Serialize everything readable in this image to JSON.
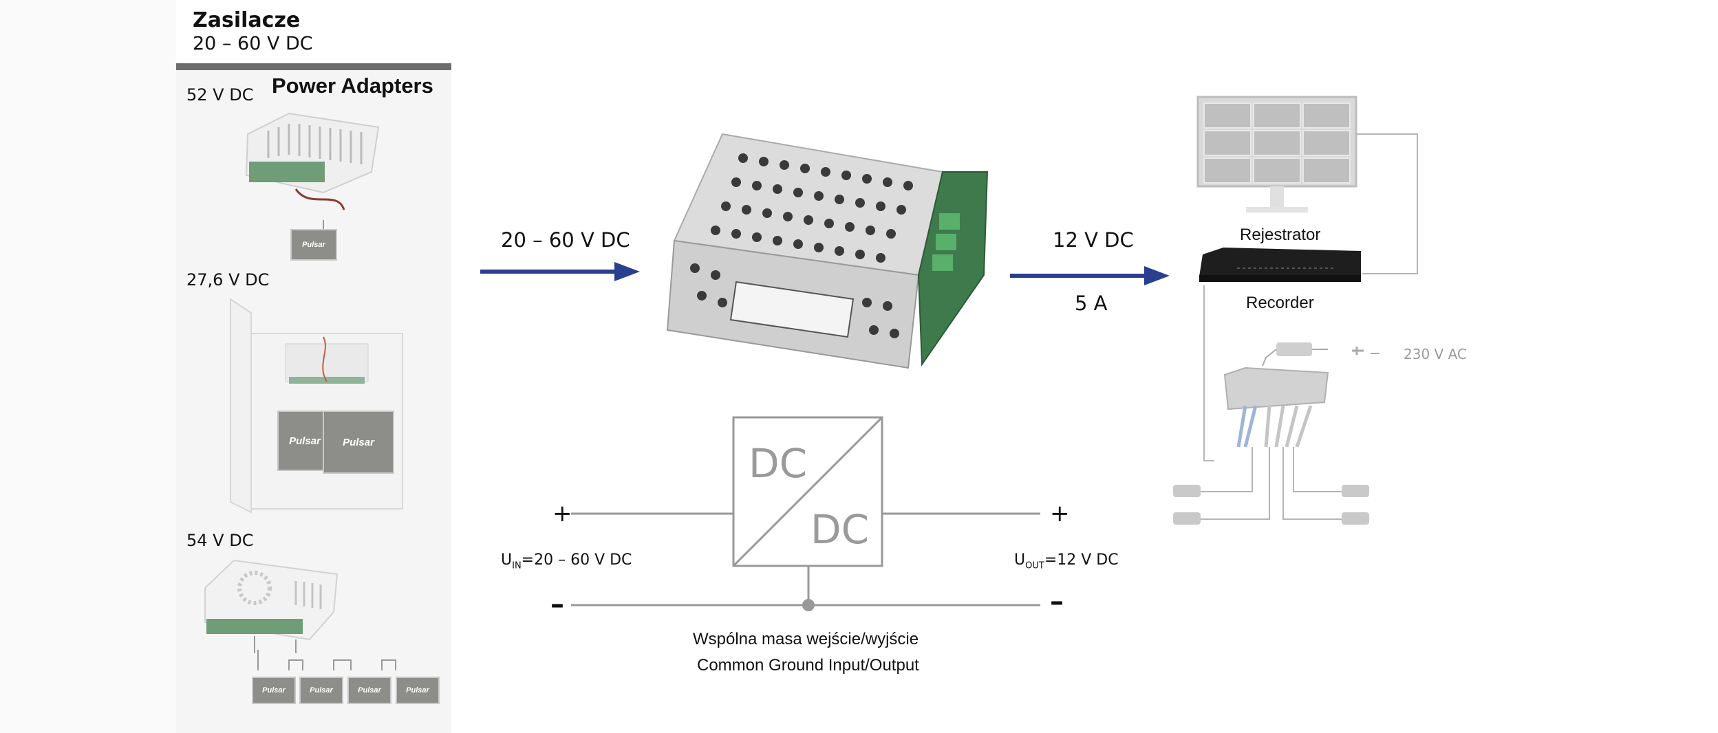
{
  "header": {
    "title": "Zasilacze",
    "subtitle": "20 – 60 V DC"
  },
  "left_panel": {
    "heading": "Power Adapters",
    "items": [
      {
        "voltage": "52 V DC"
      },
      {
        "voltage": "27,6 V DC"
      },
      {
        "voltage": "54 V DC"
      }
    ],
    "brand": "Pulsar"
  },
  "input": {
    "voltage_label": "20 – 60 V DC"
  },
  "output": {
    "voltage_label": "12 V DC",
    "current_label": "5 A"
  },
  "recorder": {
    "label_pl": "Rejestrator",
    "label_en": "Recorder"
  },
  "mains": {
    "label": "230 V AC"
  },
  "schematic": {
    "box_top": "DC",
    "box_bottom": "DC",
    "plus_left": "+",
    "plus_right": "+",
    "minus_left": "–",
    "minus_right": "–",
    "u_in_prefix": "U",
    "u_in_sub": "IN",
    "u_in_value": "=20 – 60 V DC",
    "u_out_prefix": "U",
    "u_out_sub": "OUT",
    "u_out_value": "=12 V DC",
    "ground_pl": "Wspólna masa wejście/wyjście",
    "ground_en": "Common Ground Input/Output"
  },
  "colors": {
    "arrow": "#2a3f8f",
    "panel": "#f5f5f5",
    "schematic_line": "#999999",
    "panel_bar": "#6d6d6d"
  }
}
